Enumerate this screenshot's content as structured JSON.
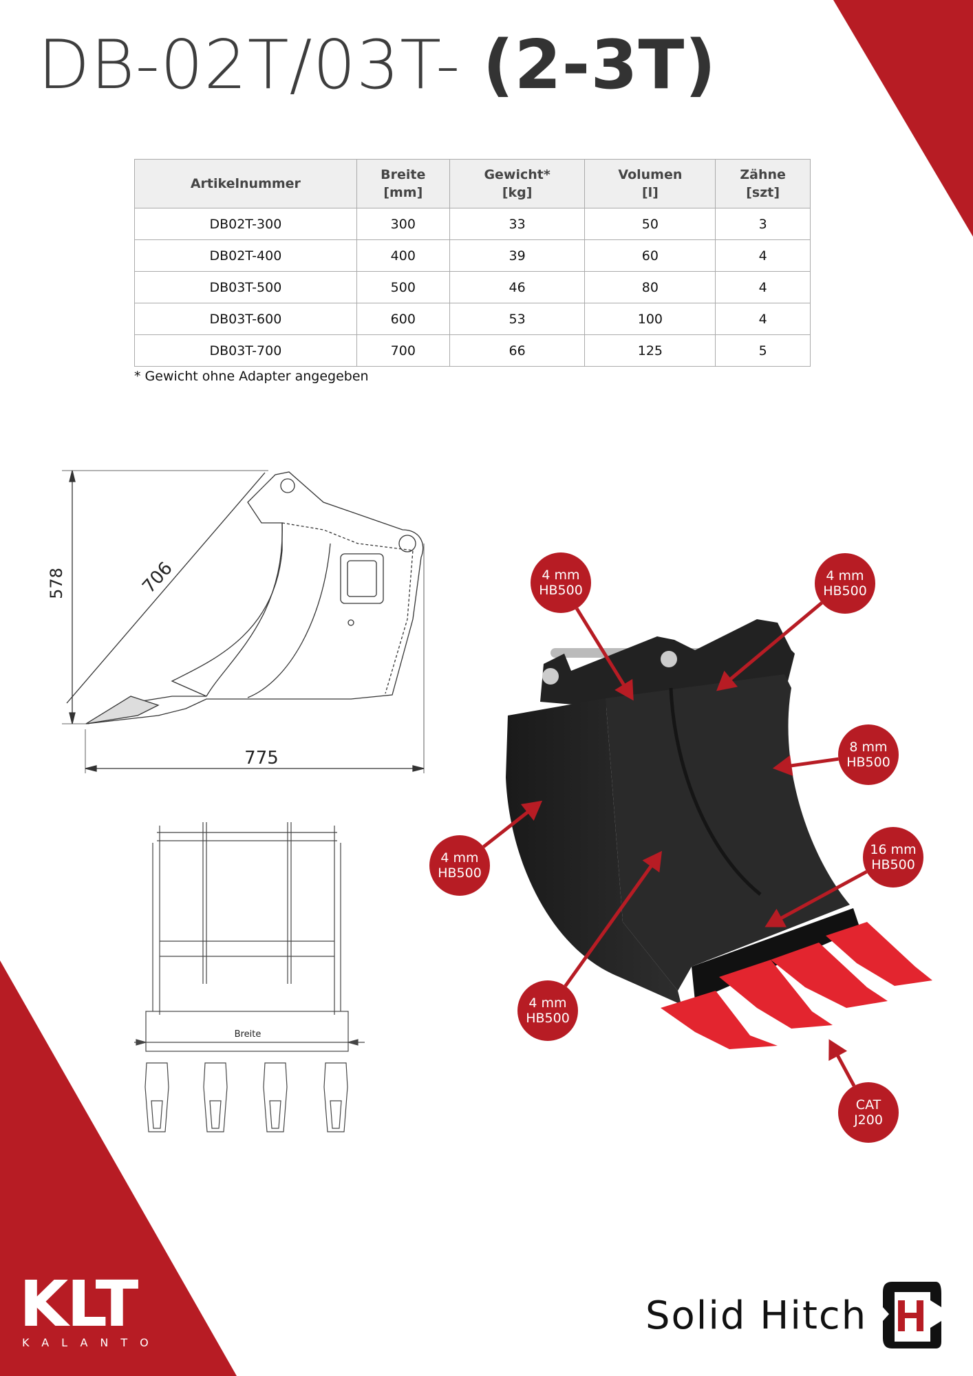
{
  "title": {
    "model": "DB-02T/03T-",
    "class": "(2-3T)"
  },
  "table": {
    "headers": [
      {
        "line1": "Artikelnummer",
        "line2": ""
      },
      {
        "line1": "Breite",
        "line2": "[mm]"
      },
      {
        "line1": "Gewicht*",
        "line2": "[kg]"
      },
      {
        "line1": "Volumen",
        "line2": "[l]"
      },
      {
        "line1": "Zähne",
        "line2": "[szt]"
      }
    ],
    "rows": [
      [
        "DB02T-300",
        "300",
        "33",
        "50",
        "3"
      ],
      [
        "DB02T-400",
        "400",
        "39",
        "60",
        "4"
      ],
      [
        "DB03T-500",
        "500",
        "46",
        "80",
        "4"
      ],
      [
        "DB03T-600",
        "600",
        "53",
        "100",
        "4"
      ],
      [
        "DB03T-700",
        "700",
        "66",
        "125",
        "5"
      ]
    ]
  },
  "footnote": "* Gewicht ohne Adapter angegeben",
  "drawing": {
    "height": "578",
    "diagonal": "706",
    "length": "775",
    "width_label": "Breite"
  },
  "callouts": [
    {
      "l1": "4 mm",
      "l2": "HB500"
    },
    {
      "l1": "4 mm",
      "l2": "HB500"
    },
    {
      "l1": "8 mm",
      "l2": "HB500"
    },
    {
      "l1": "4 mm",
      "l2": "HB500"
    },
    {
      "l1": "16 mm",
      "l2": "HB500"
    },
    {
      "l1": "4 mm",
      "l2": "HB500"
    },
    {
      "l1": "CAT",
      "l2": "J200"
    }
  ],
  "brand": {
    "klt": "KLT",
    "kalanto": "KALANTO",
    "solid_hitch": "Solid Hitch"
  },
  "colors": {
    "accent": "#b71c24",
    "text": "#3d3d3d"
  }
}
